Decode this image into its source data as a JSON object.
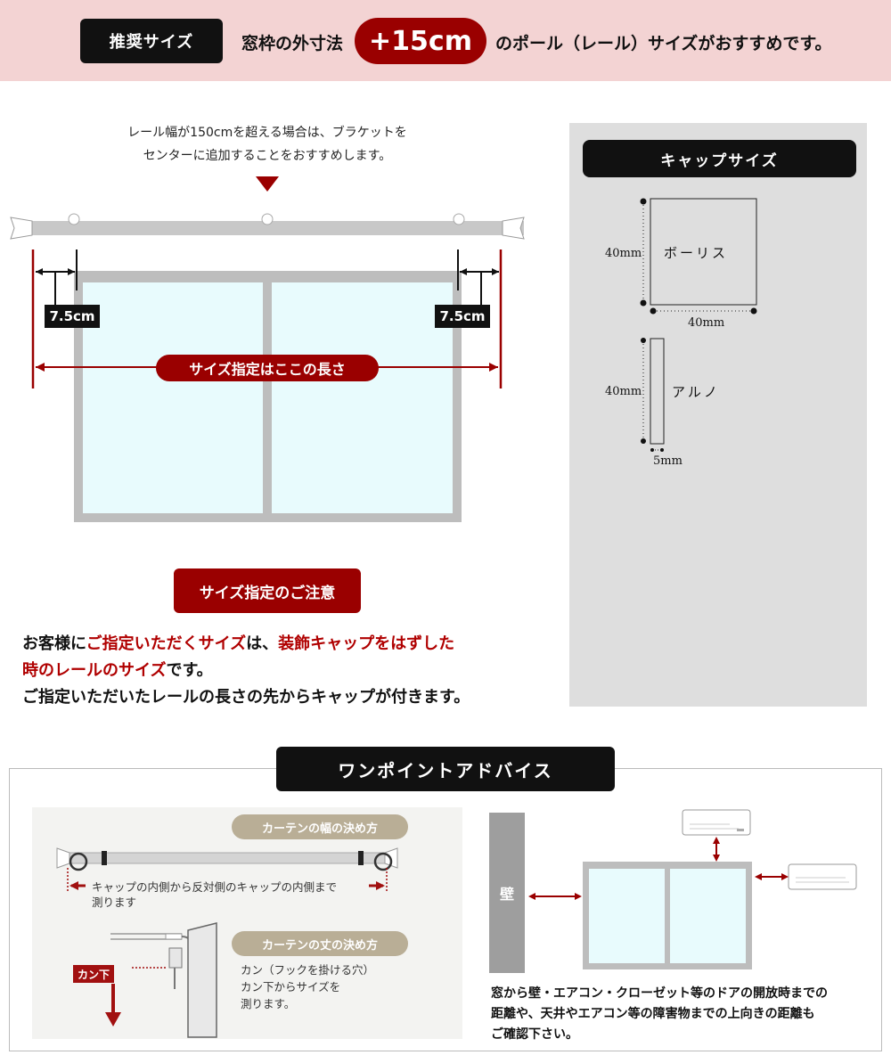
{
  "banner": {
    "tag": "推奨サイズ",
    "text_before": "窓枠の外寸法",
    "highlight": "+15cm",
    "text_after": "のポール（レール）サイズがおすすめです。"
  },
  "bracket_note": {
    "line1": "レール幅が150cmを超える場合は、ブラケットを",
    "line2": "センターに追加することをおすすめします。"
  },
  "diagram": {
    "left_offset": "7.5cm",
    "right_offset": "7.5cm",
    "size_label": "サイズ指定はここの長さ"
  },
  "cap_size": {
    "title": "キャップサイズ",
    "boris": {
      "name": "ボーリス",
      "height": "40mm",
      "width": "40mm"
    },
    "aruno": {
      "name": "アルノ",
      "height": "40mm",
      "width": "5mm"
    }
  },
  "caution": {
    "label": "サイズ指定のご注意",
    "p1_a": "お客様に",
    "p1_b": "ご指定いただくサイズ",
    "p1_c": "は、",
    "p1_d": "装飾キャップをはずした",
    "p2_a": "時のレールのサイズ",
    "p2_b": "です。",
    "p3": "ご指定いただいたレールの長さの先からキャップが付きます。"
  },
  "advice": {
    "title": "ワンポイントアドバイス",
    "width_title": "カーテンの幅の決め方",
    "width_desc1": "キャップの内側から反対側のキャップの内側まで",
    "width_desc2": "測ります",
    "length_title": "カーテンの丈の決め方",
    "kan_label": "カン下",
    "length_desc1": "カン（フックを掛ける穴）",
    "length_desc2": "カン下からサイズを",
    "length_desc3": "測ります。",
    "wall_label": "壁",
    "note1": "窓から壁・エアコン・クローゼット等のドアの開放時までの",
    "note2": "距離や、天井やエアコン等の障害物までの上向きの距離も",
    "note3": "ご確認下さい。"
  },
  "colors": {
    "accent_red": "#9a0000",
    "banner_bg": "#f3d3d3",
    "glass": "#e8fbfd",
    "beige": "#b9ae96"
  }
}
